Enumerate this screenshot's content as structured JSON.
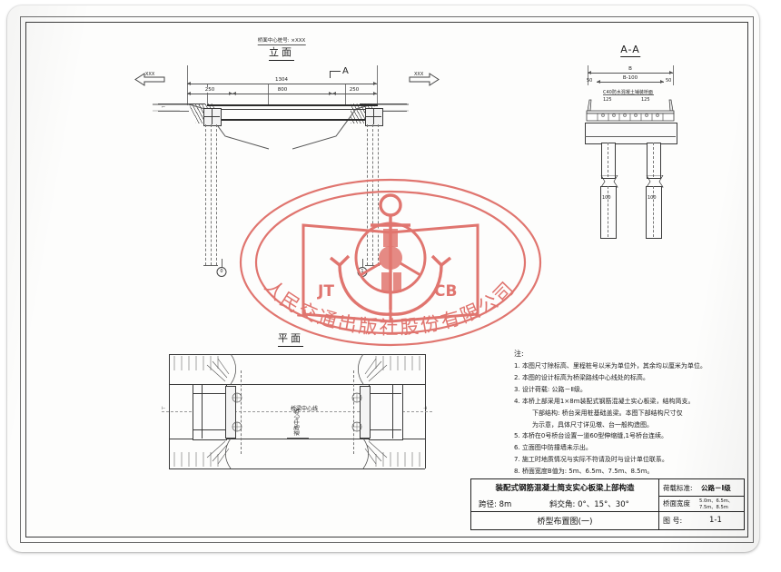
{
  "drawing": {
    "elevation": {
      "station_label": "桥面中心桩号: ×XXX",
      "title": "立面",
      "section_marker": "A",
      "direction_left": "XXX",
      "direction_right": "XXX",
      "dim_total": "1304",
      "dim_span": "800",
      "dim_left": "250",
      "dim_right": "250",
      "axis_marker_0": "0",
      "axis_marker_1": "1"
    },
    "section_aa": {
      "title": "A-A",
      "dim_b": "B",
      "dim_b_minus": "B-100",
      "dim_edge_left": "50",
      "dim_edge_right": "50",
      "deck_note": "C40防水混凝土铺装桥面",
      "slab_dim_left": "125",
      "slab_dim_right": "125",
      "pile_left": "100",
      "pile_right": "100"
    },
    "plan": {
      "title": "平面",
      "centerline_label": "桥梁中心线",
      "road_centerline_label": "道路中心线"
    }
  },
  "notes": {
    "title": "注:",
    "items": [
      "1. 本图尺寸除标高、里程桩号以米为单位外，其余均以厘米为单位。",
      "2. 本图的设计标高为桥梁路线中心线处的标高。",
      "3. 设计荷载: 公路－Ⅱ级。",
      "4. 本桥上部采用1×8m装配式钢筋混凝土实心板梁，结构简支。",
      "下部结构: 桥台采用桩基础盖梁。本图下部结构尺寸仅",
      "为示意，具体尺寸详见墩、台一般构造图。",
      "5. 本桥在0号桥台设置一道60型伸缩缝,1号桥台连续。",
      "6. 立面图中防撞墙未示出。",
      "7. 施工时地质情况与实际不符请及时与设计单位联系。",
      "8. 桥面宽度B值为: 5m、6.5m、7.5m、8.5m。"
    ]
  },
  "title_block": {
    "main_title": "装配式钢筋混凝土简支实心板梁上部构造",
    "span_label": "跨径: 8m",
    "skew_label": "斜交角: 0°、15°、30°",
    "sheet_title": "桥型布置图(一)",
    "load_standard_label": "荷载标准:",
    "load_standard_value": "公路－Ⅰ级",
    "deck_width_label": "桥面宽度",
    "deck_width_value": "5.0m、6.5m、7.5m、8.5m",
    "drawing_no_label": "图    号:",
    "drawing_no_value": "1-1"
  },
  "seal": {
    "company_text": "人民交通出版社股份有限公司",
    "mark_left": "JT",
    "mark_right": "CB",
    "color": "#e0756f"
  }
}
